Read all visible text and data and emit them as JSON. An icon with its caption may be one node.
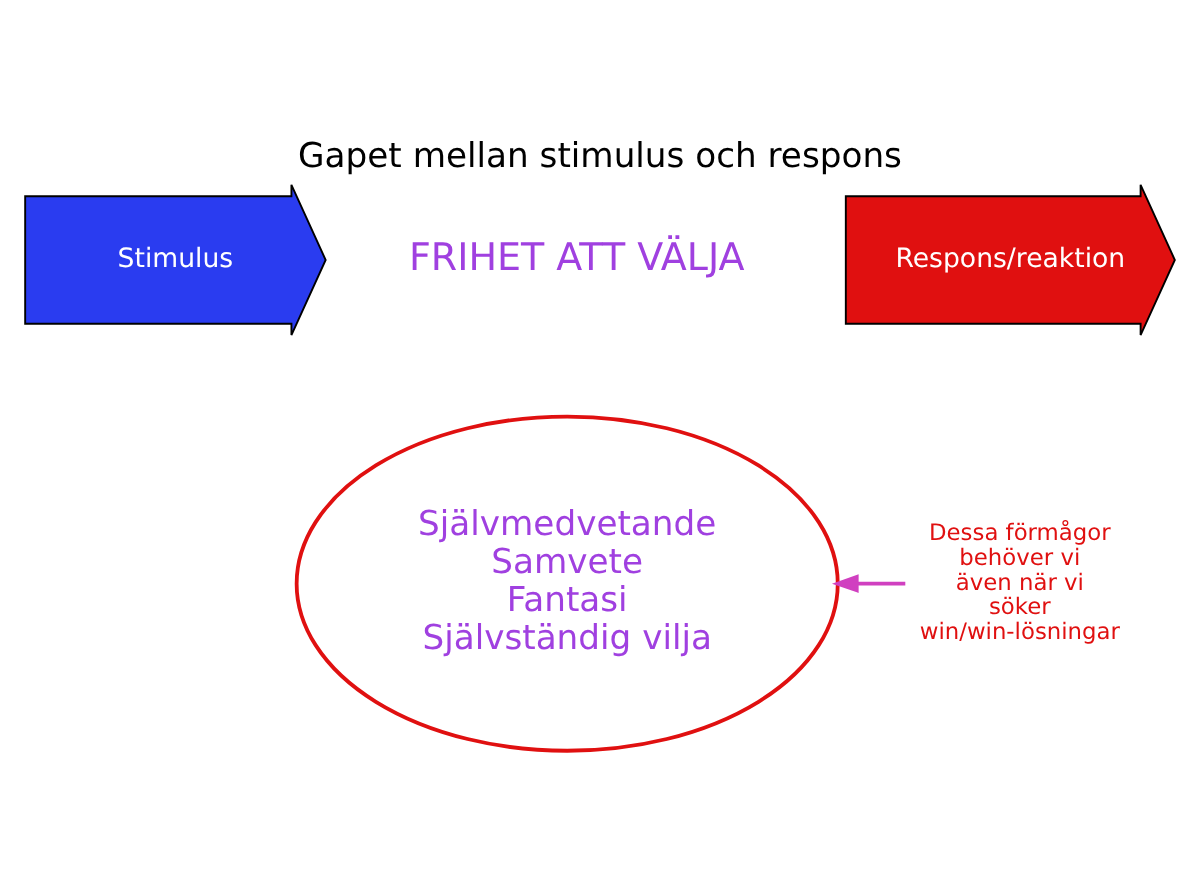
{
  "diagram": {
    "title": "Gapet mellan stimulus och respons",
    "nodes": [
      {
        "text": [
          "Stimulus"
        ]
      },
      {
        "text": [
          "Respons/reaktion"
        ]
      },
      {
        "text": [
          "Självmedvetande",
          "Samvete",
          "Fantasi",
          "Självständig vilja"
        ]
      },
      {
        "text": [
          "Dessa förmågor behöver vi även när vi söker win/win-lösningar"
        ]
      }
    ],
    "edges": [
      {
        "from": 3,
        "to": 2,
        "arrow": "to"
      }
    ],
    "labels": [
      "FRIHET ATT VÄLJA"
    ]
  }
}
